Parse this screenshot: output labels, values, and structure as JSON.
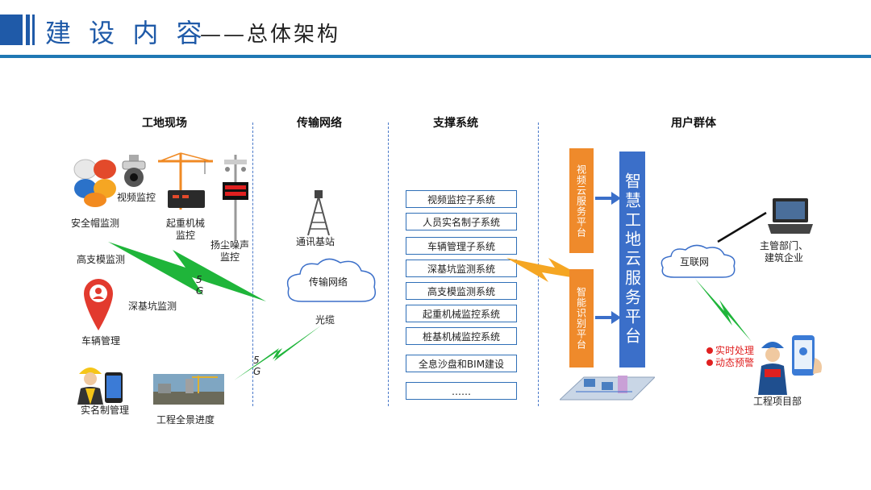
{
  "header": {
    "title_main": "建 设 内 容",
    "title_sub": "——总体架构"
  },
  "columns": {
    "site": "工地现场",
    "network": "传输网络",
    "support": "支撑系统",
    "users": "用户群体"
  },
  "site_items": {
    "video": "视频监控",
    "helmet": "安全帽监测",
    "crane": "起重机械\n监控",
    "dust": "扬尘噪声\n监控",
    "formwork": "高支模监测",
    "pit": "深基坑监测",
    "vehicle": "车辆管理",
    "realname": "实名制管理",
    "progress": "工程全景进度"
  },
  "network_items": {
    "base_station": "通讯基站",
    "cloud_label": "传输网络",
    "cable": "光缆",
    "signal_5g_a": "5G",
    "signal_5g_b": "5G"
  },
  "support_systems": [
    "视频监控子系统",
    "人员实名制子系统",
    "车辆管理子系统",
    "深基坑监测系统",
    "高支模监测系统",
    "起重机械监控系统",
    "桩基机械监控系统",
    "全息沙盘和BIM建设",
    "……"
  ],
  "platforms": {
    "video_cloud": "视频云服务平台",
    "smart_recog": "智能识别平台",
    "main_cloud": "智慧工地云服务平台"
  },
  "users": {
    "internet": "互联网",
    "authority": "主管部门、\n建筑企业",
    "project": "工程项目部",
    "alert1": "实时处理",
    "alert2": "动态预警"
  },
  "colors": {
    "accent_blue": "#1f5aa8",
    "orange": "#ef8a2b",
    "platform_blue": "#3b6fc9",
    "signal_green": "#1fb53a",
    "alert_red": "#e02020"
  }
}
